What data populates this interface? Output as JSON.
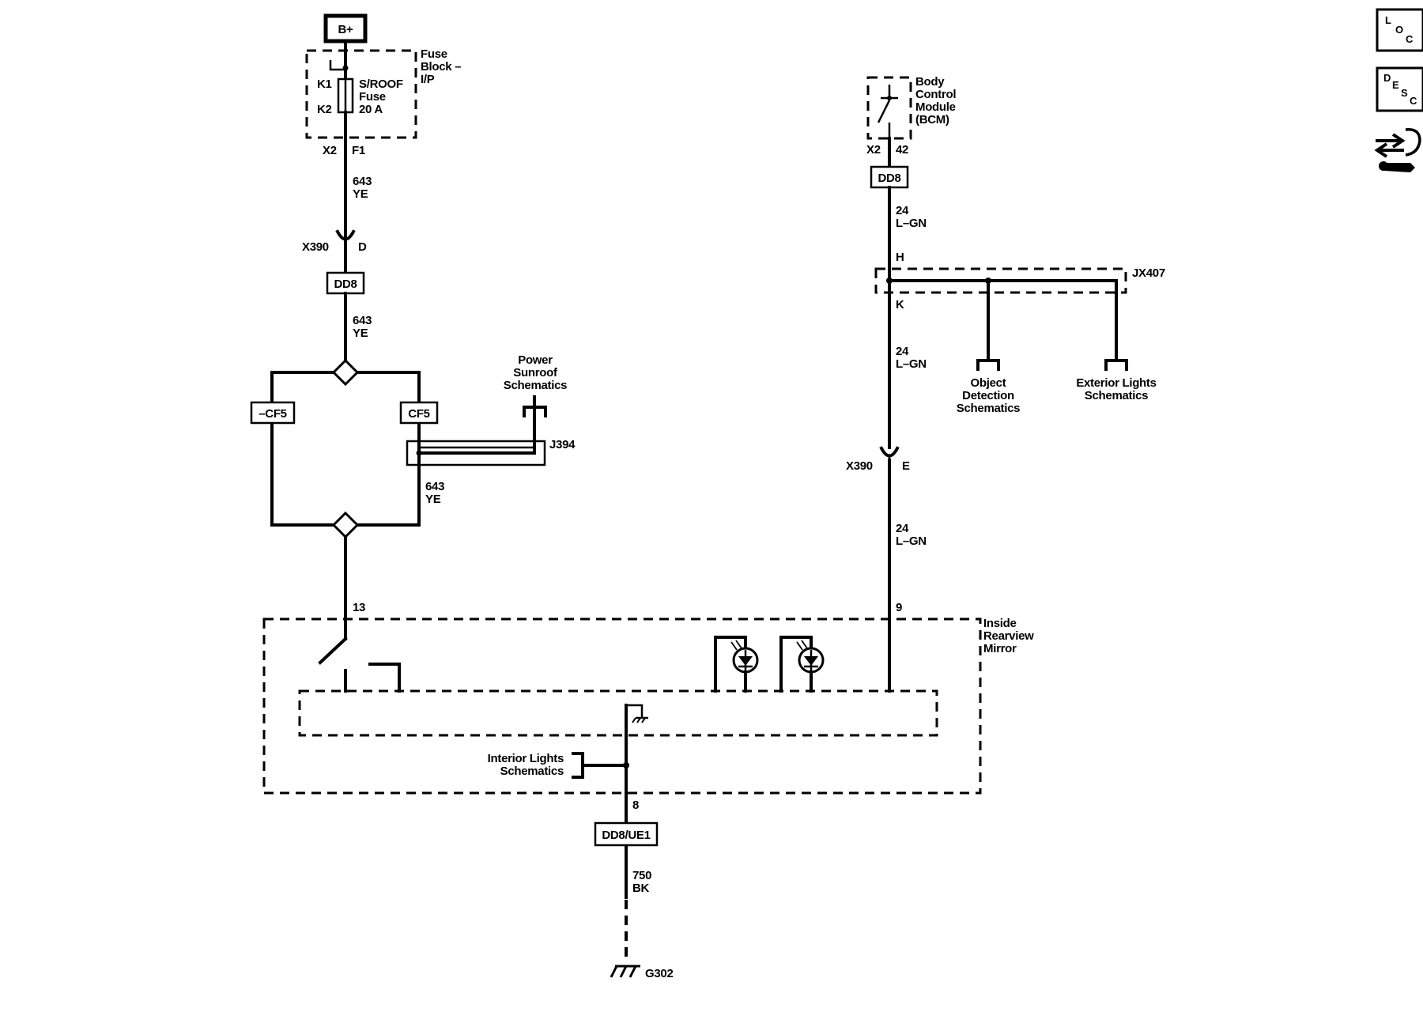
{
  "battery": {
    "label": "B+"
  },
  "fuse_block": {
    "title_line1": "Fuse",
    "title_line2": "Block –",
    "title_line3": "I/P",
    "fuse_line1": "S/ROOF",
    "fuse_line2": "Fuse",
    "fuse_line3": "20 A",
    "k1": "K1",
    "k2": "K2",
    "conn": "X2",
    "pin": "F1"
  },
  "left_circuit": {
    "wire1_num": "643",
    "wire1_color": "YE",
    "conn_x390": "X390",
    "conn_x390_pin": "D",
    "dd8_top": "DD8",
    "wire2_num": "643",
    "wire2_color": "YE",
    "cf5_minus": "–CF5",
    "cf5": "CF5",
    "j394": "J394",
    "wire3_num": "643",
    "wire3_color": "YE",
    "pin13": "13"
  },
  "power_sunroof": {
    "line1": "Power",
    "line2": "Sunroof",
    "line3": "Schematics"
  },
  "bcm": {
    "line1": "Body",
    "line2": "Control",
    "line3": "Module",
    "line4": "(BCM)",
    "conn": "X2",
    "pin": "42",
    "dd8": "DD8"
  },
  "right_circuit": {
    "wire1_num": "24",
    "wire1_color": "L–GN",
    "pin_h": "H",
    "jx407": "JX407",
    "pin_k": "K",
    "wire2_num": "24",
    "wire2_color": "L–GN",
    "conn_x390": "X390",
    "conn_x390_pin": "E",
    "wire3_num": "24",
    "wire3_color": "L–GN",
    "pin9": "9"
  },
  "object_detection": {
    "line1": "Object",
    "line2": "Detection",
    "line3": "Schematics"
  },
  "exterior_lights": {
    "line1": "Exterior Lights",
    "line2": "Schematics"
  },
  "mirror": {
    "line1": "Inside",
    "line2": "Rearview",
    "line3": "Mirror"
  },
  "interior_lights": {
    "line1": "Interior Lights",
    "line2": "Schematics"
  },
  "ground": {
    "pin8": "8",
    "dd8ue1": "DD8/UE1",
    "wire_num": "750",
    "wire_color": "BK",
    "g302": "G302"
  },
  "nav_icons": {
    "loc": {
      "l": "L",
      "o": "O",
      "c": "C"
    },
    "desc": {
      "d": "D",
      "e": "E",
      "s": "S",
      "c": "C"
    },
    "icon3": "wrench-arrows-icon"
  }
}
